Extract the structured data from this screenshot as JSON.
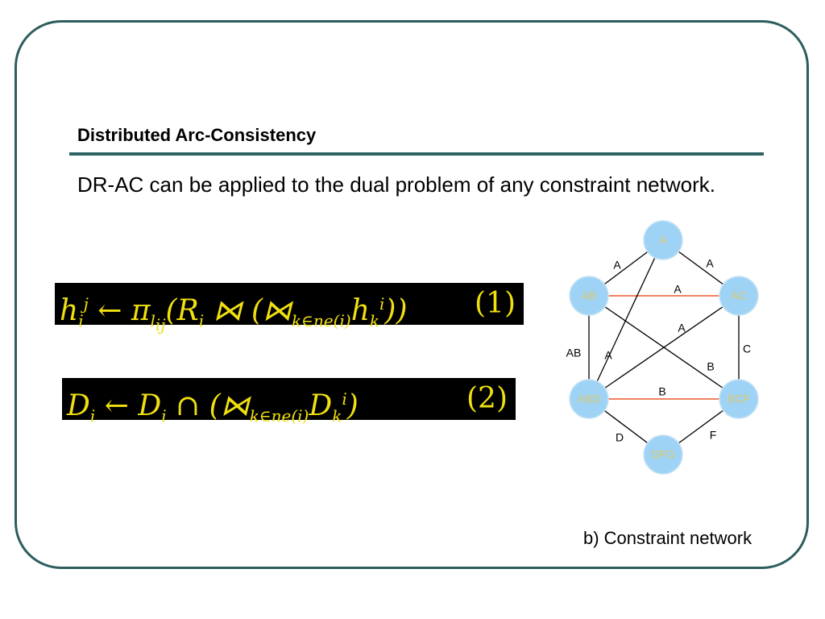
{
  "slide": {
    "title": "Distributed Arc-Consistency",
    "body": "DR-AC can be applied to the dual problem of any constraint network.",
    "caption": "b) Constraint network"
  },
  "equations": [
    {
      "number": "(1)"
    },
    {
      "number": "(2)"
    }
  ],
  "colors": {
    "frame": "#2e5d5d",
    "node_fill": "#9fd3f5",
    "node_text": "#d8c870",
    "edge": "#000000",
    "highlight_edge": "#f08060",
    "equation_bg": "#000000",
    "equation_text": "#f0e010"
  },
  "graph": {
    "nodes": [
      {
        "id": "A",
        "label": "A"
      },
      {
        "id": "AB",
        "label": "AB"
      },
      {
        "id": "AC",
        "label": "AC"
      },
      {
        "id": "ABD",
        "label": "ABD"
      },
      {
        "id": "BCF",
        "label": "BCF"
      },
      {
        "id": "DFG",
        "label": "DFG"
      }
    ],
    "edges": [
      {
        "from": "A",
        "to": "AB",
        "label": "A",
        "highlight": false
      },
      {
        "from": "A",
        "to": "AC",
        "label": "A",
        "highlight": false
      },
      {
        "from": "AB",
        "to": "AC",
        "label": "A",
        "highlight": true
      },
      {
        "from": "AC",
        "to": "ABD",
        "label": "A",
        "highlight": false
      },
      {
        "from": "A",
        "to": "ABD",
        "label": "A",
        "highlight": false
      },
      {
        "from": "AB",
        "to": "ABD",
        "label": "AB",
        "highlight": false
      },
      {
        "from": "AC",
        "to": "BCF",
        "label": "C",
        "highlight": false
      },
      {
        "from": "AB",
        "to": "BCF",
        "label": "B",
        "highlight": false
      },
      {
        "from": "ABD",
        "to": "BCF",
        "label": "B",
        "highlight": true
      },
      {
        "from": "ABD",
        "to": "DFG",
        "label": "D",
        "highlight": false
      },
      {
        "from": "BCF",
        "to": "DFG",
        "label": "F",
        "highlight": false
      }
    ]
  }
}
